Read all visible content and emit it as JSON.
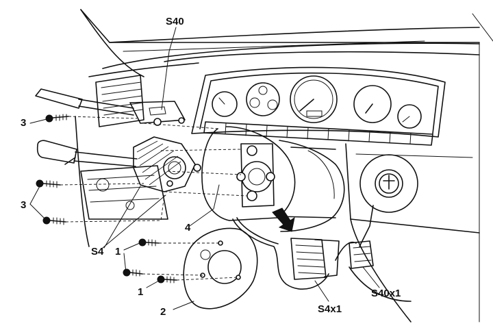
{
  "labels": {
    "s40": "S40",
    "s4": "S4",
    "s4x1": "S4x1",
    "s40x1": "S40x1",
    "screw_3": "3",
    "screw_1": "1",
    "cover_2": "2",
    "shroud_4": "4"
  }
}
